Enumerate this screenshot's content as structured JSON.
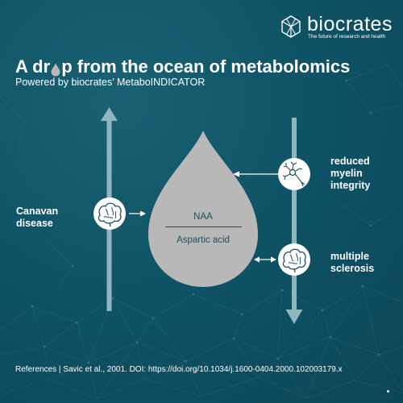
{
  "brand": {
    "name": "biocrates",
    "tagline": "The future of research and health",
    "logo_icon": "hexagon-logo-icon"
  },
  "headline": {
    "part1": "A dr",
    "part2": "p from the ocean of metabolomics",
    "drop_glyph_icon": "droplet-icon"
  },
  "subtitle": "Powered by biocrates’ MetaboINDICATOR",
  "diagram": {
    "drop": {
      "top_label": "NAA",
      "bottom_label": "Aspartic acid"
    },
    "left_label": "Canavan\ndisease",
    "right_labels": [
      "reduced\nmyelin\nintegrity",
      "multiple\nsclerosis"
    ],
    "icons": [
      "brain-icon",
      "neuron-icon",
      "brain-icon"
    ]
  },
  "references": "References | Savic et al., 2001. DOI:  https://doi.org/10.1034/j.1600-0404.2000.102003179.x",
  "colors": {
    "background": "#0f5366",
    "accent_arrow": "#8fb6bf",
    "drop": "#b8b8b8",
    "drop_text": "#1d4f5e"
  }
}
